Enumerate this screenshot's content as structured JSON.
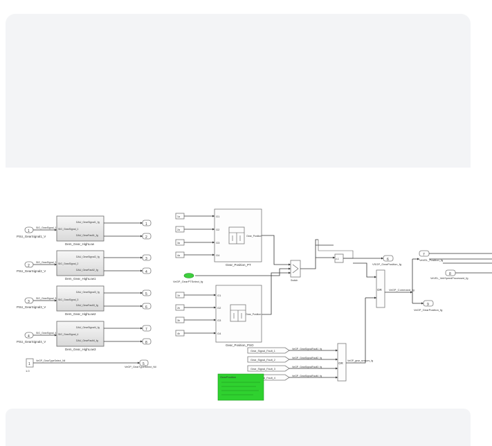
{
  "subsystems": [
    {
      "name": "Dem_Gear_HighLow",
      "in_label": "SIG_GearSignal_1",
      "out1": "DAU_GearSignal1_fg",
      "out2": "DAU_GearFault1_fg"
    },
    {
      "name": "Dem_Gear_HighLow1",
      "in_label": "SIG_GearSignal_2",
      "out1": "DAU_GearSignal2_fg",
      "out2": "DAU_GearFault2_fg"
    },
    {
      "name": "Dem_Gear_HighLow2",
      "in_label": "SIG_GearSignal_3",
      "out1": "DAU_GearSignal3_fg",
      "out2": "DAU_GearFault3_fg"
    },
    {
      "name": "Dem_Gear_HighLow3",
      "in_label": "SIG_GearSignal_4",
      "out1": "DAU_GearSignal4_fg",
      "out2": "DAU_GearFault4_fg"
    }
  ],
  "inports": [
    {
      "num": "1",
      "label": "PSU_GearSignal1_V"
    },
    {
      "num": "2",
      "label": "PSU_GearSignal2_V"
    },
    {
      "num": "3",
      "label": "PSU_GearSignal3_V"
    },
    {
      "num": "4",
      "label": "PSU_GearSignal4_V"
    }
  ],
  "outports": [
    "1",
    "2",
    "3",
    "4",
    "5",
    "6",
    "7",
    "8"
  ],
  "gear_type": {
    "const": "1",
    "caption": "1.0",
    "label": "VeGP_GearTypeSelect_Nil",
    "out_num": "5",
    "out_label": "VeGP_GearTypeSelect_Nil"
  },
  "gear_position_pt": {
    "name": "Gear_Position_PT",
    "inputs": [
      "G1",
      "G2",
      "G3",
      "G4"
    ],
    "output": "Gear_Position",
    "froms": [
      "1a",
      "2a",
      "3a",
      "4a"
    ]
  },
  "gear_position_pso": {
    "name": "Gear_Position_PSO",
    "inputs": [
      "G1",
      "G2",
      "G3",
      "G4"
    ],
    "output": "Gear_Position",
    "froms": [
      "1b",
      "2b",
      "3b",
      "4b"
    ]
  },
  "from_green": "VeGP_GearPTSelect_fg",
  "switch_label": "Switch",
  "unit_delay": "z-1",
  "or_label": "OR",
  "gear_position_out": {
    "num": "6",
    "label": "VSGP_GearPosition_fg"
  },
  "gear_command": "VeGP_Command_fg",
  "right_outs": [
    {
      "num": "7",
      "label": "VeVEL_Position_fg"
    },
    {
      "num": "8",
      "label": "VeVEL_VehSpeedProcessed_fg"
    },
    {
      "num": "9",
      "label": "VeGP_GearPosition_fg"
    }
  ],
  "fault_tags": [
    {
      "tag": "Gear_Signal_Fault_1",
      "label": "VeGP_GearSignalFault1_fg"
    },
    {
      "tag": "Gear_Signal_Fault_2",
      "label": "VeGP_GearSignalFault2_fg"
    },
    {
      "tag": "Gear_Signal_Fault_3",
      "label": "VeGP_GearSignalFault3_fg"
    },
    {
      "tag": "Gear_Signal_Fault_4",
      "label": "VeGP_GearSignalFault4_fg"
    }
  ],
  "or_out_label": "VeGP_gear_sensors_fg",
  "green_note": "GearPosition",
  "colors": {
    "green": "#2fd12f",
    "panel": "#f3f4f6",
    "wire": "#333333"
  }
}
